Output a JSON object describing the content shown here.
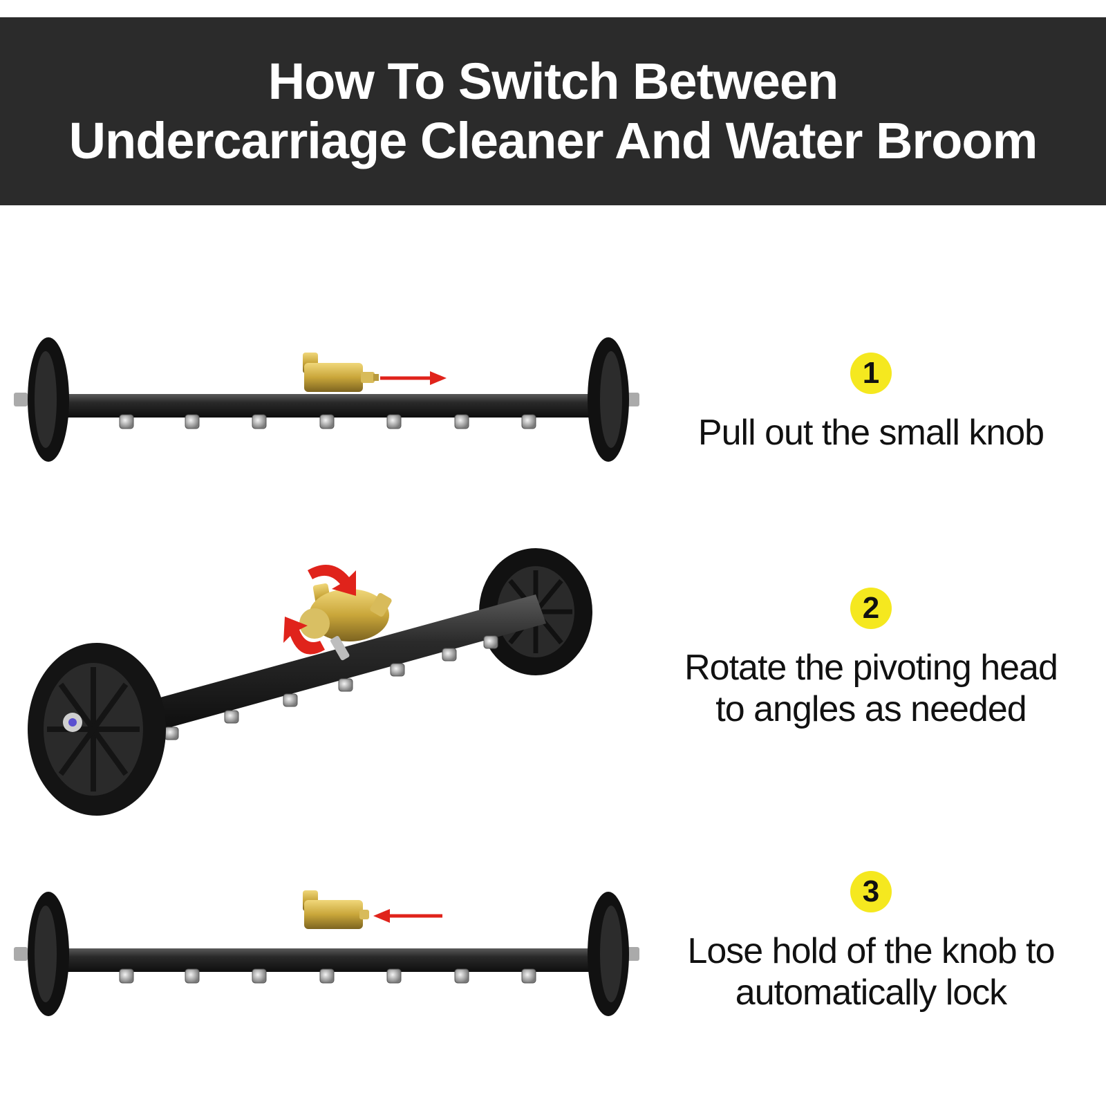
{
  "header": {
    "title_line1": "How To Switch Between",
    "title_line2": "Undercarriage Cleaner And Water Broom"
  },
  "steps": [
    {
      "number": "1",
      "lines": [
        "Pull out the small knob"
      ],
      "arrow_direction": "right"
    },
    {
      "number": "2",
      "lines": [
        "Rotate the pivoting head",
        "to angles as needed"
      ],
      "arrow_direction": "rotate"
    },
    {
      "number": "3",
      "lines": [
        "Lose hold of the knob to",
        "automatically lock"
      ],
      "arrow_direction": "left"
    }
  ],
  "colors": {
    "header_bg": "#2b2b2b",
    "badge": "#f5e81f",
    "arrow": "#e0231b",
    "brass": "#c9a63a"
  },
  "icons": [
    "undercarriage-cleaner-illustration",
    "red-arrow-icon",
    "rotate-arrows-icon"
  ]
}
